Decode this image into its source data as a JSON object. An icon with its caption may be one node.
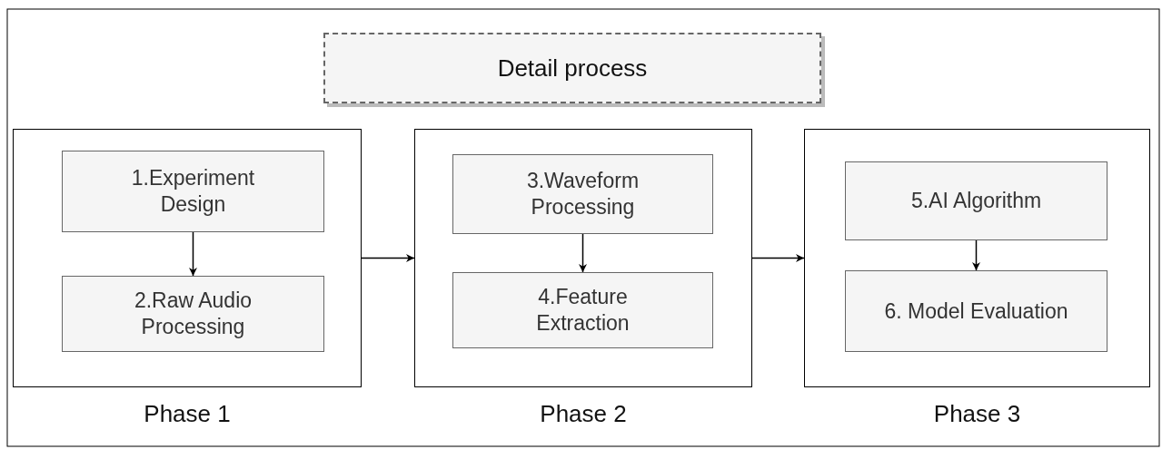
{
  "diagram": {
    "nodes": [
      {
        "text": [
          "Detail process"
        ]
      },
      {
        "text": [
          "Phase 1"
        ]
      },
      {
        "text": [
          "1.Experiment Design"
        ],
        "in": 1
      },
      {
        "text": [
          "2.Raw Audio Processing"
        ],
        "in": 1
      },
      {
        "text": [
          "Phase 2"
        ]
      },
      {
        "text": [
          "3.Waveform Processing"
        ],
        "in": 4
      },
      {
        "text": [
          "4.Feature Extraction"
        ],
        "in": 4
      },
      {
        "text": [
          "Phase 3"
        ]
      },
      {
        "text": [
          "5.AI Algorithm"
        ],
        "in": 7
      },
      {
        "text": [
          "6. Model Evaluation"
        ],
        "in": 7
      }
    ],
    "edges": [
      {
        "from": 2,
        "to": 3,
        "arrow": "to"
      },
      {
        "from": 5,
        "to": 6,
        "arrow": "to"
      },
      {
        "from": 8,
        "to": 9,
        "arrow": "to"
      },
      {
        "from": 1,
        "to": 4,
        "arrow": "to"
      },
      {
        "from": 4,
        "to": 7,
        "arrow": "to"
      }
    ]
  }
}
